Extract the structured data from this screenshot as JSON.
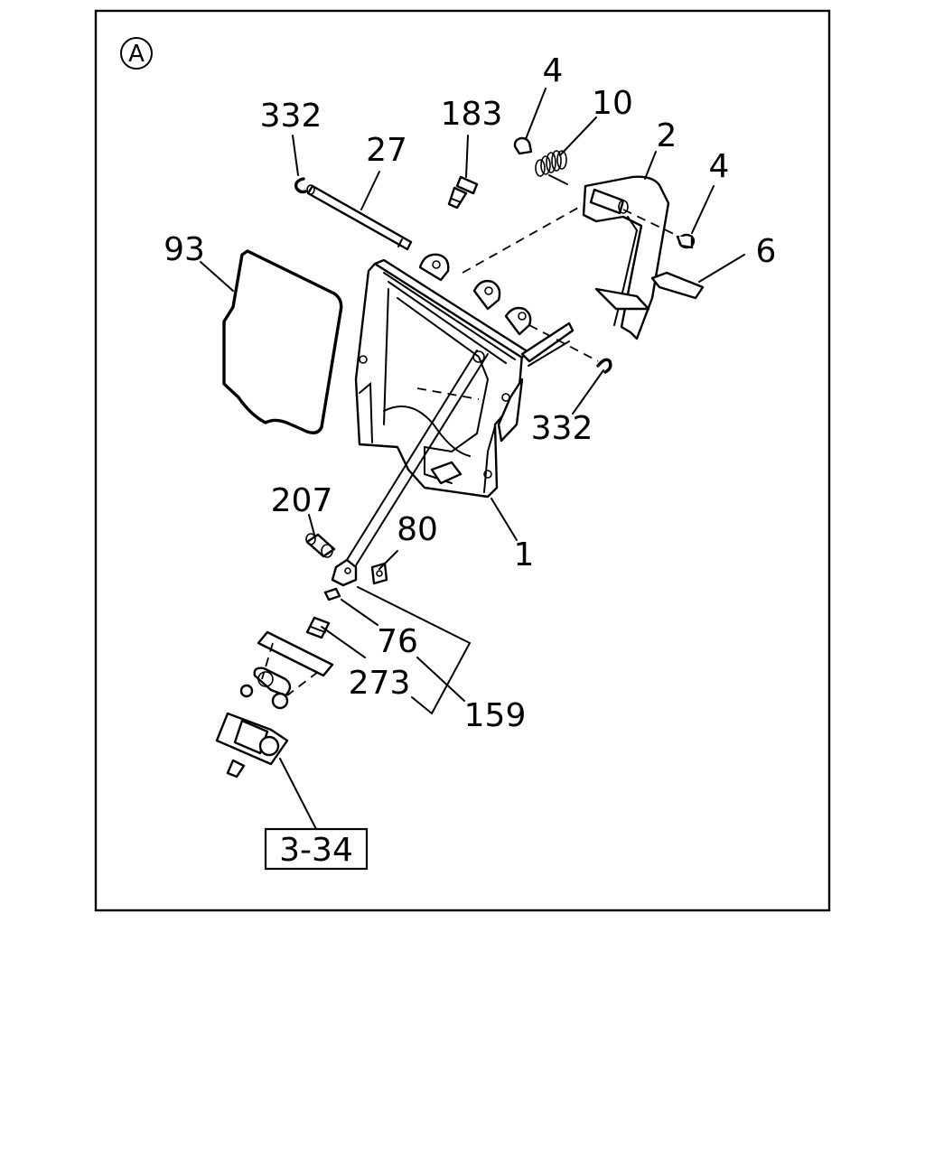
{
  "view_marker": "A",
  "callouts": [
    {
      "id": "332a",
      "text": "332"
    },
    {
      "id": "27",
      "text": "27"
    },
    {
      "id": "183",
      "text": "183"
    },
    {
      "id": "4a",
      "text": "4"
    },
    {
      "id": "10",
      "text": "10"
    },
    {
      "id": "2",
      "text": "2"
    },
    {
      "id": "4b",
      "text": "4"
    },
    {
      "id": "6",
      "text": "6"
    },
    {
      "id": "93",
      "text": "93"
    },
    {
      "id": "332b",
      "text": "332"
    },
    {
      "id": "207",
      "text": "207"
    },
    {
      "id": "80",
      "text": "80"
    },
    {
      "id": "1",
      "text": "1"
    },
    {
      "id": "76",
      "text": "76"
    },
    {
      "id": "273",
      "text": "273"
    },
    {
      "id": "159",
      "text": "159"
    }
  ],
  "reference_box": "3-34"
}
